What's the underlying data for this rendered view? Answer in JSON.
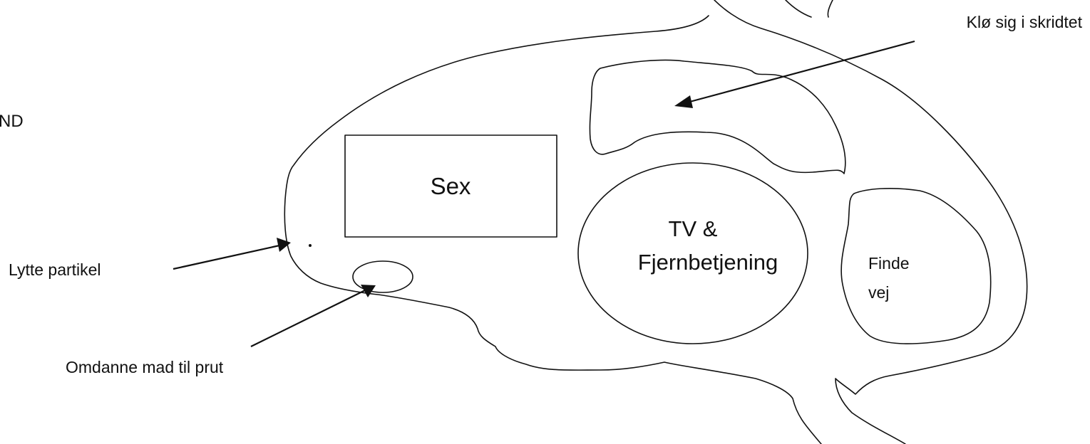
{
  "labels": {
    "partial_left_text": "ND",
    "sex": "Sex",
    "tv_line1": "TV &",
    "tv_line2": "Fjernbetjening",
    "finde_line1": "Finde",
    "finde_line2": "vej",
    "klo": "Klø sig i skridtet",
    "lytte": "Lytte partikel",
    "omdanne": "Omdanne mad til prut"
  },
  "colors": {
    "stroke": "#111111",
    "background": "#ffffff"
  }
}
